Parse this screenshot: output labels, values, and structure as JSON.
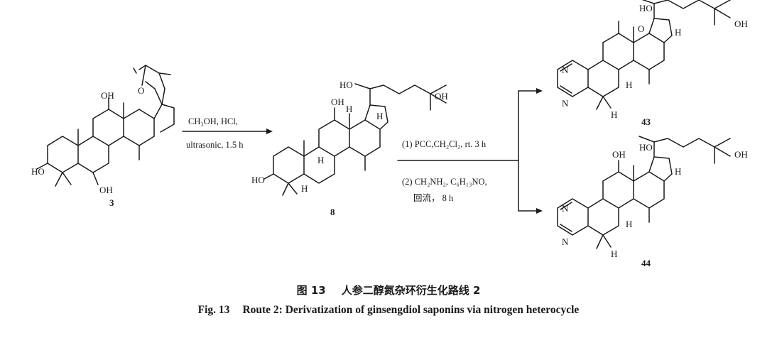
{
  "compounds": {
    "c3": {
      "number": "3",
      "labels": [
        "OH",
        "HO",
        "OH",
        "O"
      ]
    },
    "c8": {
      "number": "8",
      "labels": [
        "OH",
        "HO",
        "H",
        "H",
        "H",
        "HO",
        "OH",
        "H"
      ]
    },
    "c43": {
      "number": "43",
      "labels": [
        "HO",
        "O",
        "H",
        "OH",
        "H",
        "H",
        "N",
        "N"
      ]
    },
    "c44": {
      "number": "44",
      "labels": [
        "OH",
        "HO",
        "H",
        "OH",
        "H",
        "H",
        "N",
        "N"
      ]
    }
  },
  "step1": {
    "reagent": "CH₃OH, HCl,",
    "condition": "ultrasonic, 1.5 h"
  },
  "step2": {
    "reagent1": "(1) PCC,CH₂Cl₂, rt. 3 h",
    "reagent2": "(2) CH₂NH₂, C₆H₁₃NO,",
    "reagent3": "回流， 8 h"
  },
  "caption": {
    "zh_label": "图 13",
    "zh_text": "人参二醇氮杂环衍生化路线 2",
    "en_label": "Fig. 13",
    "en_text": "Route 2: Derivatization of ginsengdiol saponins via nitrogen heterocycle"
  }
}
